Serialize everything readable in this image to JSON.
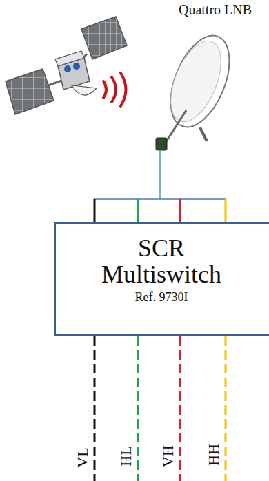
{
  "diagram": {
    "nodes": [
      {
        "text": [
          "SCR Multiswitch",
          "Ref. 9730I"
        ]
      }
    ],
    "labels": [
      "Quattro LNB",
      "VL",
      "HL",
      "VH",
      "HH"
    ]
  }
}
